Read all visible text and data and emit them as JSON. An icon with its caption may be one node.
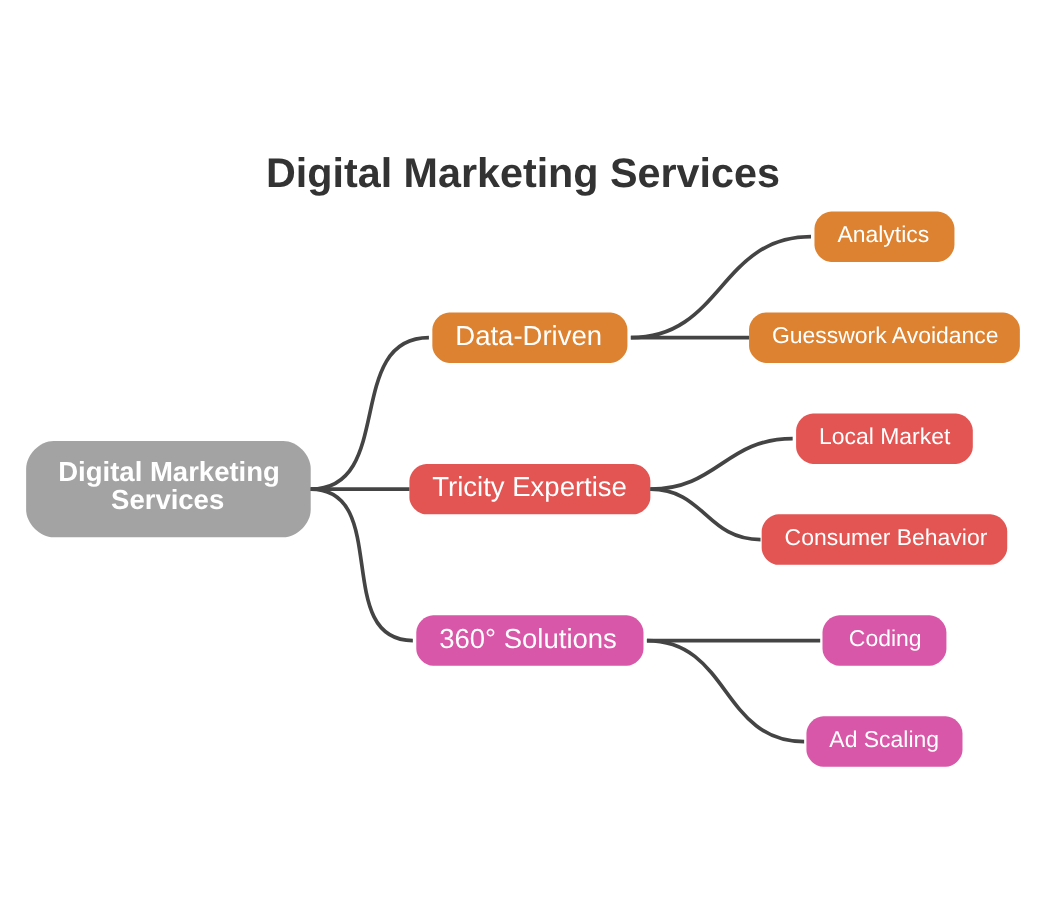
{
  "diagram": {
    "title": "Digital Marketing Services",
    "nodes": [
      {
        "text": [
          "Digital Marketing Services"
        ]
      },
      {
        "text": [
          "Data-Driven"
        ]
      },
      {
        "text": [
          "Analytics"
        ]
      },
      {
        "text": [
          "Guesswork Avoidance"
        ]
      },
      {
        "text": [
          "Tricity Expertise"
        ]
      },
      {
        "text": [
          "Local Market"
        ]
      },
      {
        "text": [
          "Consumer Behavior"
        ]
      },
      {
        "text": [
          "360° Solutions"
        ]
      },
      {
        "text": [
          "Coding"
        ]
      },
      {
        "text": [
          "Ad Scaling"
        ]
      }
    ],
    "edges": [
      {
        "from": 0,
        "to": 1,
        "arrow": "none"
      },
      {
        "from": 1,
        "to": 2,
        "arrow": "none"
      },
      {
        "from": 1,
        "to": 3,
        "arrow": "none"
      },
      {
        "from": 0,
        "to": 4,
        "arrow": "none"
      },
      {
        "from": 4,
        "to": 5,
        "arrow": "none"
      },
      {
        "from": 4,
        "to": 6,
        "arrow": "none"
      },
      {
        "from": 0,
        "to": 7,
        "arrow": "none"
      },
      {
        "from": 7,
        "to": 8,
        "arrow": "none"
      },
      {
        "from": 7,
        "to": 9,
        "arrow": "none"
      }
    ]
  }
}
